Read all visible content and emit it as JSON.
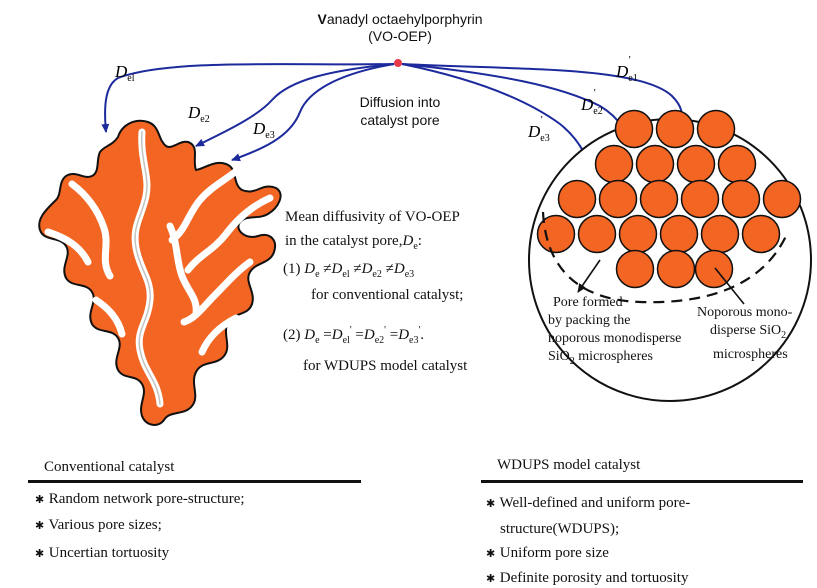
{
  "colors": {
    "particle": "#f26522",
    "outline": "#111111",
    "arrow": "#1c2a9c",
    "dot": "#e8394a"
  },
  "title": {
    "line1_cap": "V",
    "line1_rest": "anadyl octaehylporphyrin",
    "line2": "(VO-OEP)"
  },
  "diffusion_label": {
    "line1": "Diffusion into",
    "line2": "catalyst pore"
  },
  "arrow_labels": {
    "left": [
      {
        "sym": "D",
        "sub": "el"
      },
      {
        "sym": "D",
        "sub": "e2"
      },
      {
        "sym": "D",
        "sub": "e3"
      }
    ],
    "right": [
      {
        "sym": "D",
        "sub": "e1",
        "prime": "'"
      },
      {
        "sym": "D",
        "sub": "e2",
        "prime": "'"
      },
      {
        "sym": "D",
        "sub": "e3",
        "prime": "'"
      }
    ]
  },
  "mean": {
    "line1": "Mean diffusivity of VO-OEP",
    "line2": "in the catalyst pore,",
    "line2_sym": "D",
    "line2_sub": "e",
    "line2_end": ":",
    "eq1_num": "(1)",
    "eq1_D": "D",
    "eq1_subs": [
      "e",
      "el",
      "e2",
      "e3"
    ],
    "eq1_op": "≠",
    "eq1_note": "for conventional catalyst;",
    "eq2_num": "(2)",
    "eq2_subs": [
      "e",
      "el",
      "e2",
      "e3"
    ],
    "eq2_op": "=",
    "eq2_prime": "'",
    "eq2_end": ".",
    "eq2_note": "for WDUPS model catalyst"
  },
  "right_labels": {
    "pore": [
      "Pore formed",
      "by packing the",
      "noporous monodisperse",
      "SiO",
      "2",
      " microspheres"
    ],
    "noporous": [
      "Noporous mono-",
      "disperse SiO",
      "2",
      "microspheres"
    ]
  },
  "sections": {
    "left": {
      "heading": "Conventional catalyst",
      "bullets": [
        "Random network pore-structure;",
        "Various pore sizes;",
        "Uncertian tortuosity"
      ]
    },
    "right": {
      "heading": "WDUPS model catalyst",
      "bullets": [
        "Well-defined and uniform pore-",
        "structure(WDUPS);",
        "Uniform pore size",
        "Definite porosity and tortuosity"
      ]
    }
  },
  "bullet_symbol": "✱"
}
